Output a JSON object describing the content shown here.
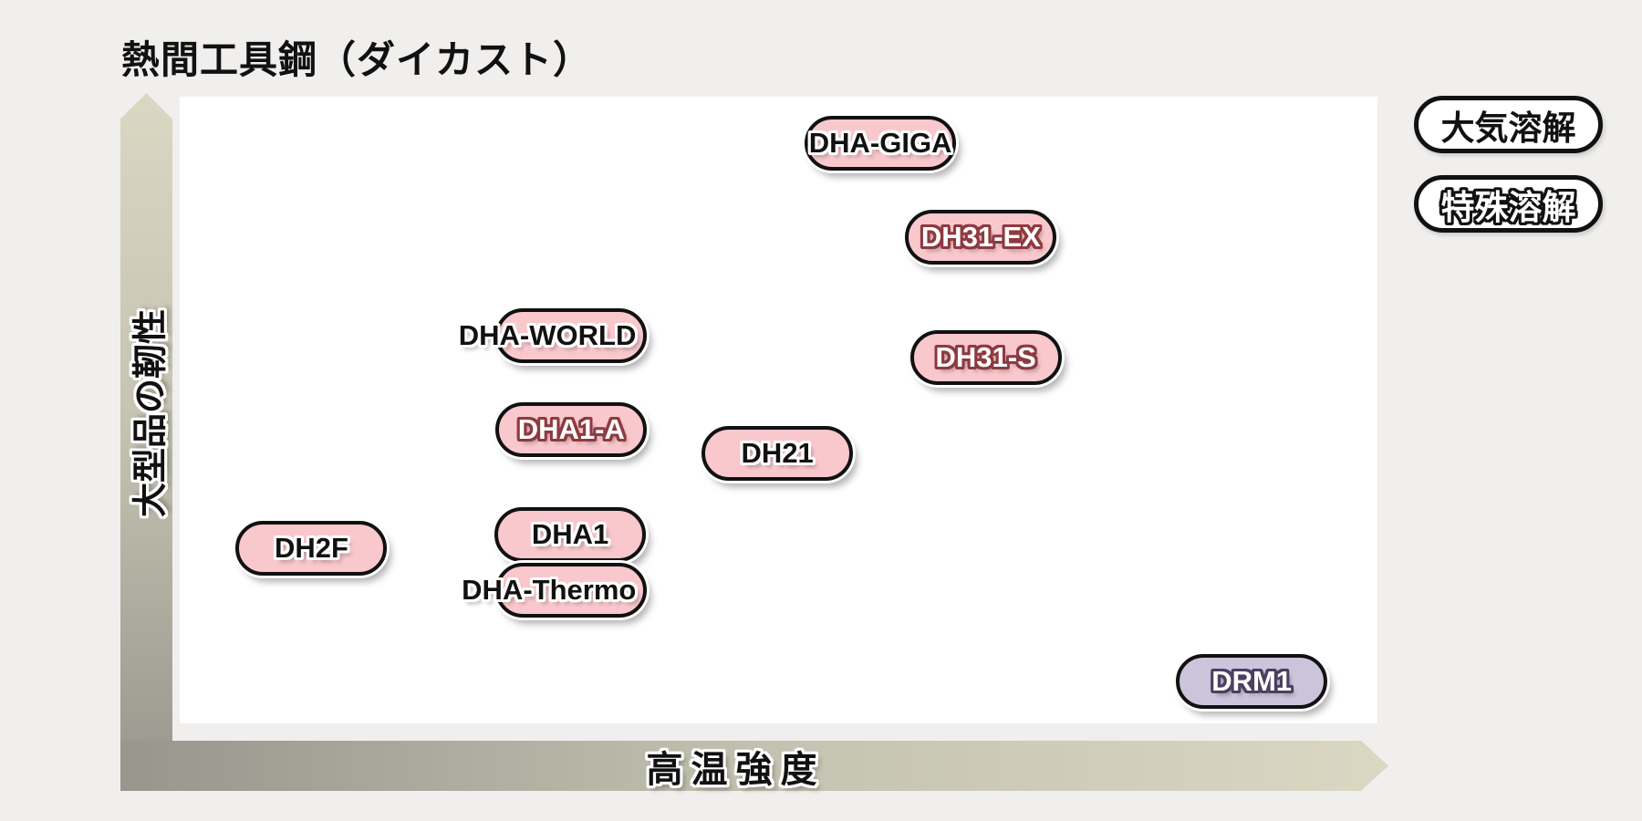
{
  "title": "熱間工具鋼（ダイカスト）",
  "colors": {
    "background": "#f0efed",
    "plot_background": "#ffffff",
    "pill_pink": "#f9c8cc",
    "pill_purple": "#ccc4da",
    "pill_border": "#111111",
    "axis_beige": "#dad7c3",
    "axis_gray": "#98968d",
    "special_outline_red": "#8d3a40",
    "special_outline_purple": "#4a4060"
  },
  "legend": {
    "items": [
      {
        "label": "大気溶解",
        "text_color": "#111111",
        "outline_color": null
      },
      {
        "label": "特殊溶解",
        "text_color": "#ffffff",
        "outline_color": "#111111"
      }
    ]
  },
  "chart_data": {
    "type": "scatter",
    "title": "熱間工具鋼（ダイカスト）",
    "xlabel": "高温強度",
    "ylabel": "大型品の靭性",
    "x_range": [
      0,
      100
    ],
    "y_range": [
      0,
      100
    ],
    "grid": false,
    "legend_position": "top-right",
    "points": [
      {
        "label": "DHA-GIGA",
        "x": 58.5,
        "y": 92.6,
        "fill": "#f9c8cc",
        "melt": "atmospheric",
        "text_color": "#111111",
        "outline_color": "#ffffff",
        "overflow": false
      },
      {
        "label": "DH31-EX",
        "x": 66.9,
        "y": 77.6,
        "fill": "#f9c8cc",
        "melt": "special",
        "text_color": "#ffffff",
        "outline_color": "#8d3a40",
        "overflow": false
      },
      {
        "label": "DHA-WORLD",
        "x": 32.7,
        "y": 61.8,
        "fill": "#f9c8cc",
        "melt": "atmospheric",
        "text_color": "#111111",
        "outline_color": "#ffffff",
        "overflow": true
      },
      {
        "label": "DH31-S",
        "x": 67.3,
        "y": 58.3,
        "fill": "#f9c8cc",
        "melt": "special",
        "text_color": "#ffffff",
        "outline_color": "#8d3a40",
        "overflow": false
      },
      {
        "label": "DHA1-A",
        "x": 32.7,
        "y": 46.8,
        "fill": "#f9c8cc",
        "melt": "special",
        "text_color": "#ffffff",
        "outline_color": "#8d3a40",
        "overflow": false
      },
      {
        "label": "DH21",
        "x": 49.9,
        "y": 43.1,
        "fill": "#f9c8cc",
        "melt": "atmospheric",
        "text_color": "#111111",
        "outline_color": "#ffffff",
        "overflow": false
      },
      {
        "label": "DHA1",
        "x": 32.6,
        "y": 30.2,
        "fill": "#f9c8cc",
        "melt": "atmospheric",
        "text_color": "#111111",
        "outline_color": "#ffffff",
        "overflow": false
      },
      {
        "label": "DH2F",
        "x": 11.0,
        "y": 28.0,
        "fill": "#f9c8cc",
        "melt": "atmospheric",
        "text_color": "#111111",
        "outline_color": "#ffffff",
        "overflow": false
      },
      {
        "label": "DHA-Thermo",
        "x": 32.7,
        "y": 21.3,
        "fill": "#f9c8cc",
        "melt": "atmospheric",
        "text_color": "#111111",
        "outline_color": "#ffffff",
        "overflow": true
      },
      {
        "label": "DRM1",
        "x": 89.5,
        "y": 6.7,
        "fill": "#ccc4da",
        "melt": "special",
        "text_color": "#ffffff",
        "outline_color": "#4a4060",
        "overflow": false
      }
    ]
  }
}
